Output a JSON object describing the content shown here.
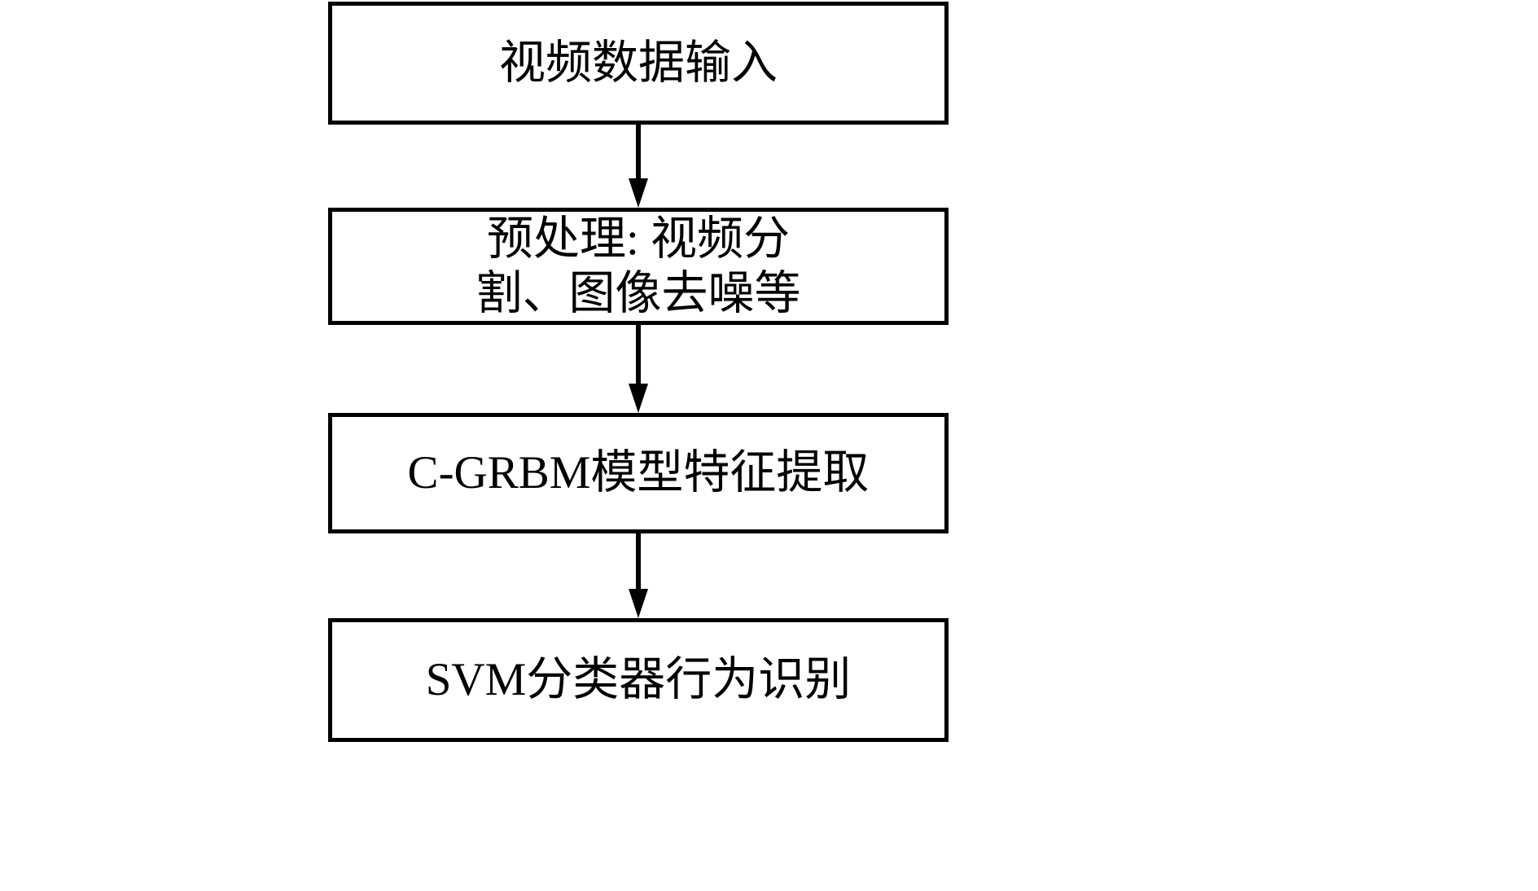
{
  "diagram": {
    "type": "flowchart",
    "orientation": "vertical-top-to-bottom",
    "background_color": "#ffffff",
    "border_color": "#000000",
    "text_color": "#000000",
    "nodes": [
      {
        "id": "video-data-input",
        "label": "视频数据输入",
        "shape": "rectangle"
      },
      {
        "id": "preprocessing",
        "label": "预处理: 视频分\n割、图像去噪等",
        "shape": "rectangle"
      },
      {
        "id": "cgrbm-feature-extraction",
        "label": "C-GRBM模型特征提取",
        "shape": "rectangle"
      },
      {
        "id": "svm-action-recognition",
        "label": "SVM分类器行为识别",
        "shape": "rectangle"
      }
    ],
    "connectors": [
      {
        "id": "arrow-1",
        "from": "video-data-input",
        "to": "preprocessing",
        "style": "solid-arrow-down"
      },
      {
        "id": "arrow-2",
        "from": "preprocessing",
        "to": "cgrbm-feature-extraction",
        "style": "solid-arrow-down"
      },
      {
        "id": "arrow-3",
        "from": "cgrbm-feature-extraction",
        "to": "svm-action-recognition",
        "style": "solid-arrow-down"
      }
    ]
  }
}
